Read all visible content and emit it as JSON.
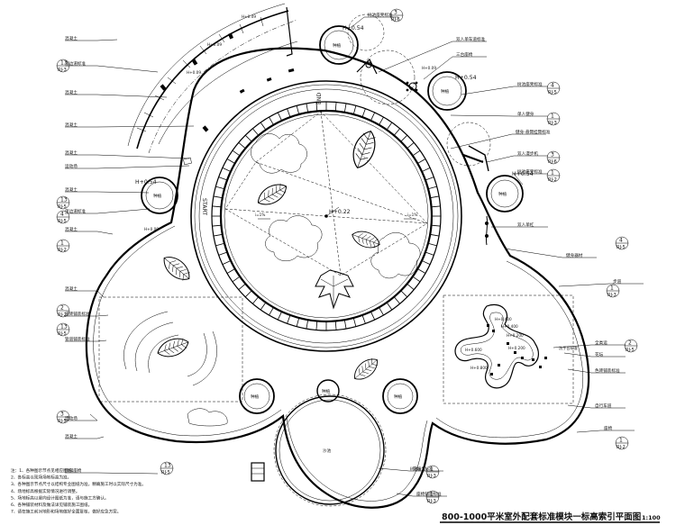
{
  "title": "800-1000平米室外配套标准模块一标高索引平面图",
  "scale": "1:100",
  "levels": {
    "top_planter": "H+0.54",
    "right_planter": "H+0.54",
    "mid_right_planter": "H+0.54",
    "left_planter": "H+0.54",
    "center": "H+0.22",
    "arc_a": "H+0.49",
    "arc_b": "H+0.09",
    "arc_c": "H+0.09",
    "right_arc": "H+0.09",
    "left_lower": "H+0.09",
    "slope_left": "i=1%",
    "slope_right": "i=1%",
    "track_start": "START",
    "track_end": "END"
  },
  "play_levels": [
    "H+0.400",
    "H+0.200",
    "H+0.600",
    "H+0.800",
    "H+0.400",
    "H+0.200"
  ],
  "left_labels": [
    "混凝土",
    "单边道标准",
    "混凝土",
    "混凝土",
    "混凝土",
    "运动场",
    "混凝土",
    "单边道标准",
    "混凝土",
    "混凝土",
    "道砖铺装标准",
    "管道铺装标准",
    "运动场",
    "混凝土",
    "阶梯座椅"
  ],
  "right_labels": [
    "树池座凳标准",
    "双人单车道标准",
    "三台座椅",
    "树池座凳标准",
    "单人健身",
    "健身-悬臂挂臂标准",
    "双人漫步机",
    "树池座凳标准",
    "双人单杠",
    "健身器材",
    "步道",
    "全类运",
    "花坛",
    "色砖铺装标准",
    "自行车道",
    "座椅",
    "花坛",
    "座椅铺装标准"
  ],
  "inner_labels": [
    "种植",
    "种植",
    "种植",
    "种植",
    "种植",
    "种植",
    "种植",
    "沙池",
    "洗手台标准",
    "树池座凳标准"
  ],
  "index_symbols": [
    {
      "top": "1",
      "bottom": "RJ-3"
    },
    {
      "top": "13",
      "bottom": "RJ-3"
    },
    {
      "top": "13",
      "bottom": "RJ-5"
    },
    {
      "top": "4",
      "bottom": "RJ-5"
    },
    {
      "top": "1",
      "bottom": "RJ-2"
    },
    {
      "top": "2",
      "bottom": "RJ-2"
    },
    {
      "top": "13",
      "bottom": "RJ-5"
    },
    {
      "top": "3",
      "bottom": "RJ-5"
    },
    {
      "top": "13",
      "bottom": "RJ-5"
    },
    {
      "top": "3",
      "bottom": "RJ-6"
    },
    {
      "top": "4",
      "bottom": "RJ-5"
    },
    {
      "top": "1",
      "bottom": "RJ-3"
    },
    {
      "top": "3",
      "bottom": "RJ-6"
    },
    {
      "top": "1",
      "bottom": "RJ-2"
    },
    {
      "top": "4",
      "bottom": "RJ-5"
    },
    {
      "top": "1",
      "bottom": "RJ-3"
    },
    {
      "top": "2",
      "bottom": "RJ-5"
    },
    {
      "top": "1",
      "bottom": "RJ-2"
    },
    {
      "top": "1",
      "bottom": "RJ-3"
    }
  ],
  "notes": [
    "注：1、各种图示节点见相应图纸。",
    "2、各标高以现场场地标高为准。",
    "3、各种图示节点尺寸以结构专业图纸为准，精确施工时以实际尺寸为准。",
    "4、场地标高根据实际情况进行调整。",
    "5、场地标高以竖向设计图纸为准，请与施工方确认。",
    "6、各种铺装材料及做法详见铺装施工图纸。",
    "7、请在施工前对地形和场地做好全面复核，做好应急方案。"
  ]
}
